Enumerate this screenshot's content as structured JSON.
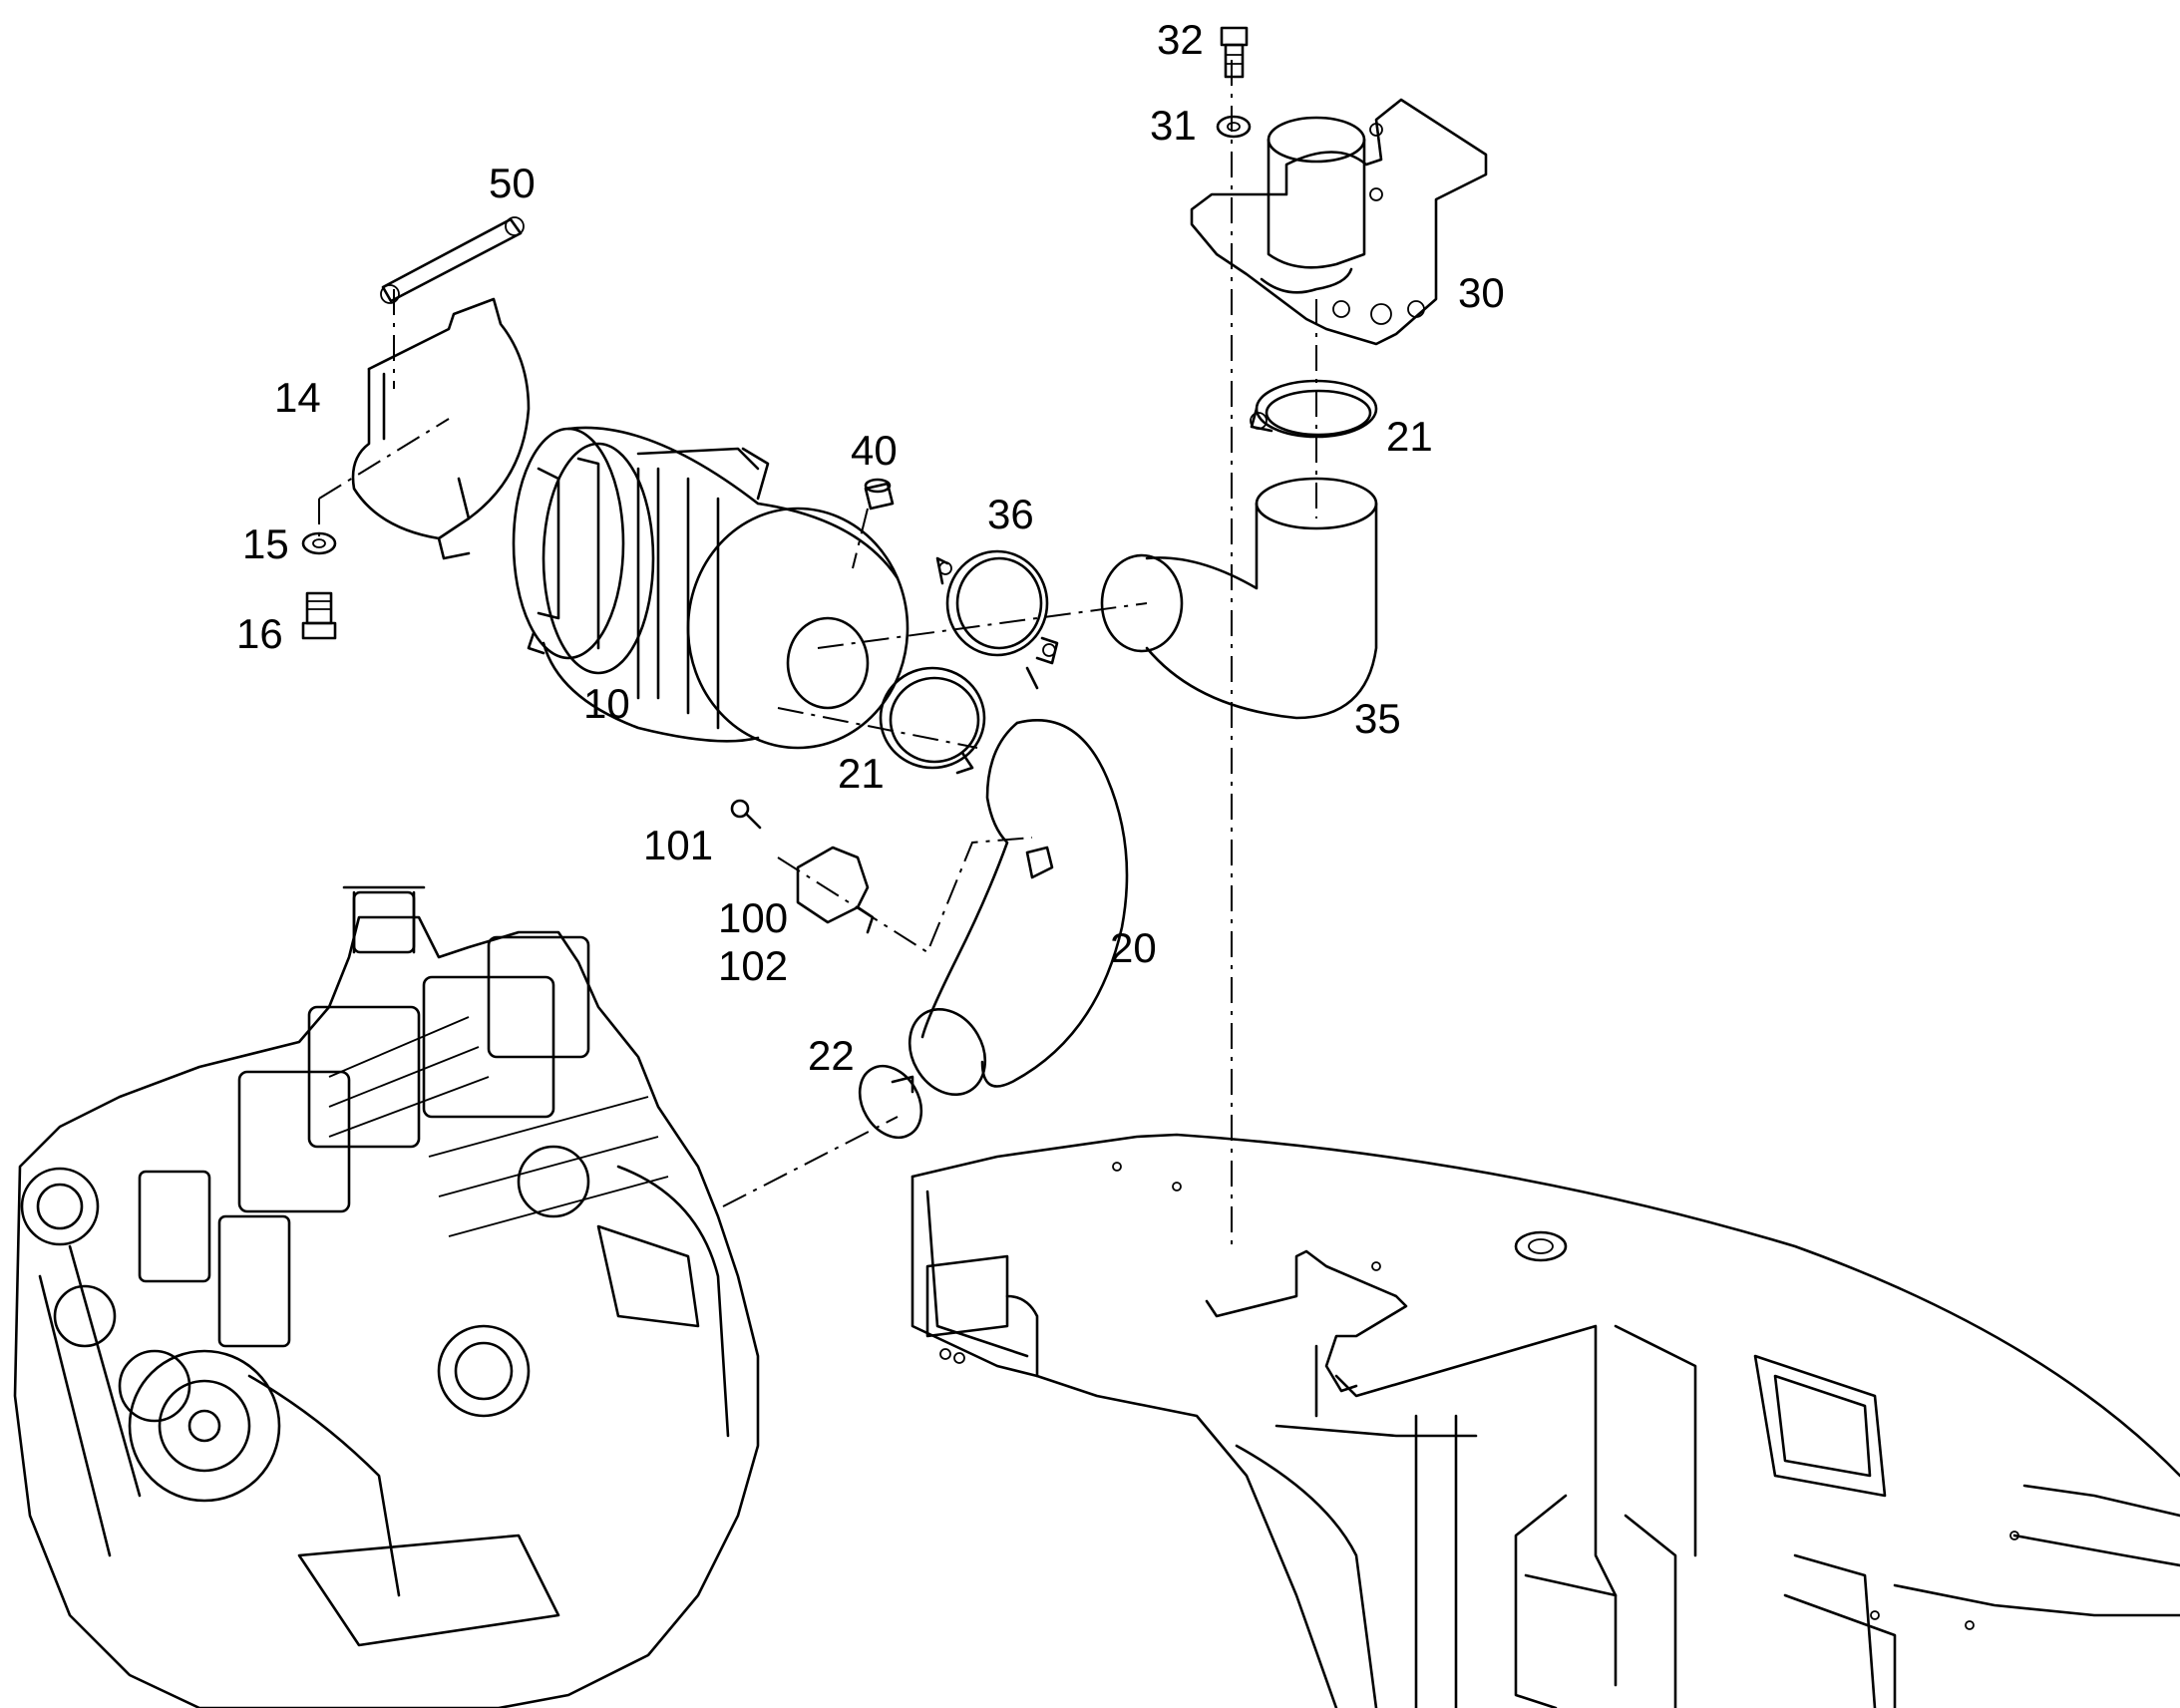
{
  "callouts": {
    "c10": "10",
    "c14": "14",
    "c15": "15",
    "c16": "16",
    "c20": "20",
    "c21a": "21",
    "c21b": "21",
    "c22": "22",
    "c30": "30",
    "c31": "31",
    "c32": "32",
    "c35": "35",
    "c36": "36",
    "c40": "40",
    "c50": "50",
    "c100": "100",
    "c101": "101",
    "c102": "102"
  }
}
